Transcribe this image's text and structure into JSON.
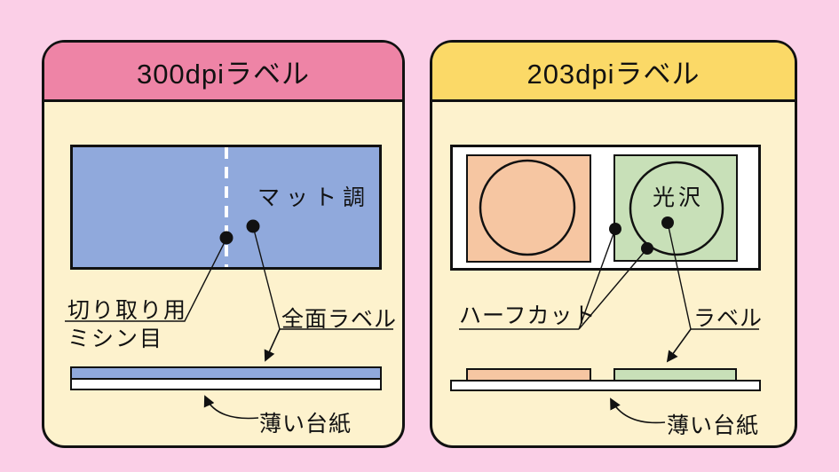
{
  "colors": {
    "page_background": "#FBCFE7",
    "panel_body": "#FDF2CD",
    "left_header": "#EE84A6",
    "right_header": "#FBD967",
    "matte_label_blue": "#90A9DC",
    "half_cut_label_orange": "#F6C6A2",
    "half_cut_label_green": "#C8E0B8",
    "liner_white": "#FFFFFF",
    "outline_black": "#111111"
  },
  "left_panel": {
    "title": "300dpiラベル",
    "surface_text": "マット調",
    "perforation_label_line1": "切り取り用",
    "perforation_label_line2": "ミシン目",
    "full_label": "全面ラベル",
    "liner_label": "薄い台紙"
  },
  "right_panel": {
    "title": "203dpiラベル",
    "gloss_text": "光沢",
    "half_cut_label": "ハーフカット",
    "label_label": "ラベル",
    "liner_label": "薄い台紙"
  }
}
